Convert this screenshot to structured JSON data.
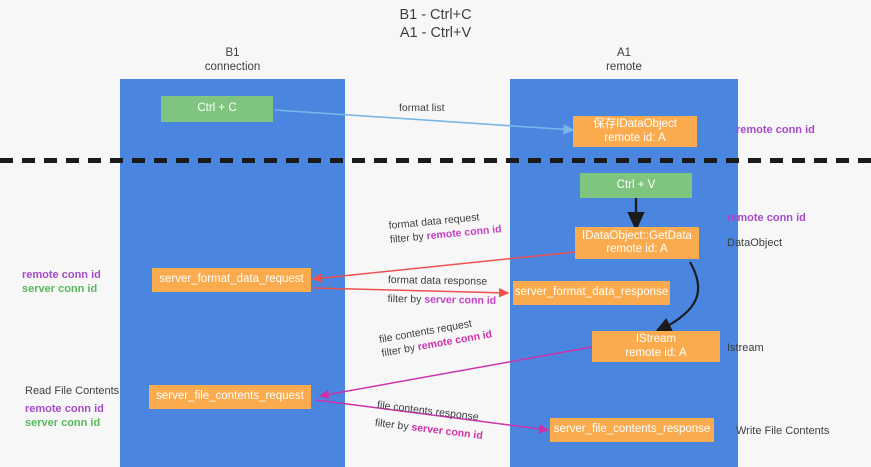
{
  "title": {
    "line1": "B1 - Ctrl+C",
    "line2": "A1 - Ctrl+V"
  },
  "columns": [
    {
      "name": "B1",
      "role": "connection"
    },
    {
      "name": "A1",
      "role": "remote"
    }
  ],
  "colors": {
    "lane": "#4a86e0",
    "green_box": "#7fc47f",
    "orange_box": "#f9ab4e",
    "remote_conn_id": "#a64ac9",
    "server_conn_id": "#57b85a",
    "arrow_blue": "#7ab6e8",
    "arrow_red": "#ef5350",
    "arrow_magenta": "#cc33aa",
    "arrow_black": "#1b1b1b",
    "separator": "#1b1b1b",
    "background": "#f7f7f7"
  },
  "boxes": {
    "ctrl_c": {
      "label": "Ctrl + C"
    },
    "ctrl_v": {
      "label": "Ctrl + V"
    },
    "idataobject": {
      "line1": "保存IDataObject",
      "line2": "remote id: A"
    },
    "getdata": {
      "line1": "IDataObject::GetData",
      "line2": "remote id: A"
    },
    "istream": {
      "line1": "IStream",
      "line2": "remote id: A"
    },
    "server_format_data_request": {
      "label": "server_format_data_request"
    },
    "server_format_data_response": {
      "label": "server_format_data_response"
    },
    "server_file_contents_request": {
      "label": "server_file_contents_request"
    },
    "server_file_contents_response": {
      "label": "server_file_contents_response"
    }
  },
  "edge_labels": {
    "format_list": {
      "text": "format list"
    },
    "format_data_request": {
      "line1": "format data request",
      "filter_prefix": "filter by ",
      "filter_key": "remote conn id"
    },
    "format_data_response": {
      "line1": "format data response",
      "filter_prefix": "filter by ",
      "filter_key": "server conn id"
    },
    "file_contents_request": {
      "line1": "file contents request",
      "filter_prefix": "filter by ",
      "filter_key": "remote conn id"
    },
    "file_contents_response": {
      "line1": "file contents response",
      "filter_prefix": "filter by ",
      "filter_key": "server conn id"
    }
  },
  "notes": {
    "right_top_remote_conn_id": "remote conn id",
    "right_mid_remote_conn_id": "remote conn id",
    "right_dataobject": "DataObject",
    "right_istream": "Istream",
    "right_write_file_contents": "Write File Contents",
    "left_mid_remote_conn_id": "remote conn id",
    "left_mid_server_conn_id": "server conn id",
    "left_read_file_contents": "Read File Contents",
    "left_bot_remote_conn_id": "remote conn id",
    "left_bot_server_conn_id": "server conn id"
  }
}
